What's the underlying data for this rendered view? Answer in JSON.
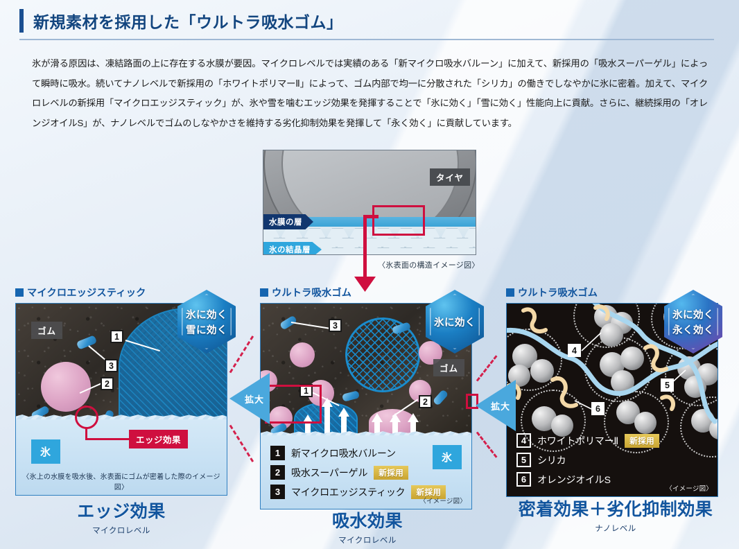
{
  "header": {
    "title": "新規素材を採用した「ウルトラ吸水ゴム」",
    "body": "氷が滑る原因は、凍結路面の上に存在する水膜が要因。マイクロレベルでは実績のある「新マイクロ吸水バルーン」に加えて、新採用の「吸水スーパーゲル」によって瞬時に吸水。続いてナノレベルで新採用の「ホワイトポリマーⅡ」によって、ゴム内部で均一に分散された「シリカ」の働きでしなやかに氷に密着。加えて、マイクロレベルの新採用「マイクロエッジスティック」が、氷や雪を噛むエッジ効果を発揮することで「氷に効く」「雪に効く」性能向上に貢献。さらに、継続採用の「オレンジオイルS」が、ナノレベルでゴムのしなやかさを維持する劣化抑制効果を発揮して「永く効く」に貢献しています。"
  },
  "tire_figure": {
    "tire_label": "タイヤ",
    "water_layer_label": "水膜の層",
    "ice_layer_label": "氷の結晶層",
    "caption": "〈氷表面の構造イメージ図〉"
  },
  "zoom_arrows": {
    "left_label": "拡大",
    "right_label": "拡大"
  },
  "panels": {
    "left": {
      "title": "マイクロエッジスティック",
      "rubber_tag": "ゴム",
      "ice_tag": "氷",
      "callouts": [
        "1",
        "3",
        "2"
      ],
      "edge_effect_label": "エッジ効果",
      "caption": "〈氷上の水膜を吸水後、氷表面にゴムが密着した際のイメージ図〉",
      "badge": {
        "line1": "氷に効く",
        "line2": "雪に効く"
      }
    },
    "center": {
      "title": "ウルトラ吸水ゴム",
      "rubber_tag": "ゴム",
      "ice_tag": "氷",
      "callouts": [
        "3",
        "1",
        "2"
      ],
      "badge": {
        "line1": "氷に効く"
      },
      "image_note": "〈イメージ図〉",
      "legend": [
        {
          "num": "1",
          "label": "新マイクロ吸水バルーン",
          "badge": ""
        },
        {
          "num": "2",
          "label": "吸水スーパーゲル",
          "badge": "新採用"
        },
        {
          "num": "3",
          "label": "マイクロエッジスティック",
          "badge": "新採用"
        }
      ]
    },
    "right": {
      "title": "ウルトラ吸水ゴム",
      "callouts": [
        "4",
        "5",
        "6"
      ],
      "badge": {
        "line1": "氷に効く",
        "line2": "永く効く"
      },
      "image_note": "〈イメージ図〉",
      "legend": [
        {
          "num": "4",
          "label": "ホワイトポリマーⅡ",
          "badge": "新採用"
        },
        {
          "num": "5",
          "label": "シリカ",
          "badge": ""
        },
        {
          "num": "6",
          "label": "オレンジオイルS",
          "badge": ""
        }
      ]
    }
  },
  "bottom_captions": [
    {
      "main": "エッジ効果",
      "sub": "マイクロレベル"
    },
    {
      "main": "吸水効果",
      "sub": "マイクロレベル"
    },
    {
      "main": "密着効果＋劣化抑制効果",
      "sub": "ナノレベル"
    }
  ],
  "colors": {
    "brand_blue": "#12559e",
    "accent_red": "#cf0f3f",
    "ice_blue": "#2fa6dd",
    "gold_badge": "#c9a431",
    "navy": "#11366e"
  }
}
